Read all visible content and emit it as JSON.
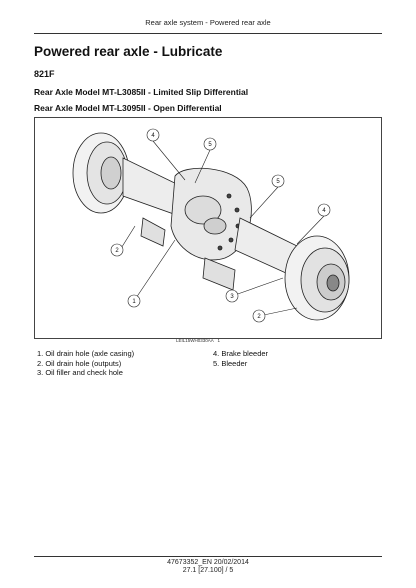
{
  "header": {
    "running_title": "Rear axle system - Powered rear axle"
  },
  "section": {
    "title": "Powered rear axle - Lubricate",
    "model_code": "821F",
    "subheadings": [
      "Rear Axle Model MT-L3085II - Limited Slip Differential",
      "Rear Axle Model MT-L3095II - Open Differential"
    ]
  },
  "figure": {
    "graphic_id": "LEIL15WH0330AA",
    "graphic_number": "1",
    "callouts": [
      "4",
      "5",
      "5",
      "4",
      "2",
      "1",
      "3",
      "2"
    ]
  },
  "legend": {
    "left": [
      "1.  Oil drain hole (axle casing)",
      "2.  Oil drain hole (outputs)",
      "3.  Oil filler and check hole"
    ],
    "right": [
      "4.  Brake bleeder",
      "5.  Bleeder"
    ]
  },
  "footer": {
    "doc_code": "47673352_EN 20/02/2014",
    "page_ref": "27.1 [27.100] / 5"
  }
}
